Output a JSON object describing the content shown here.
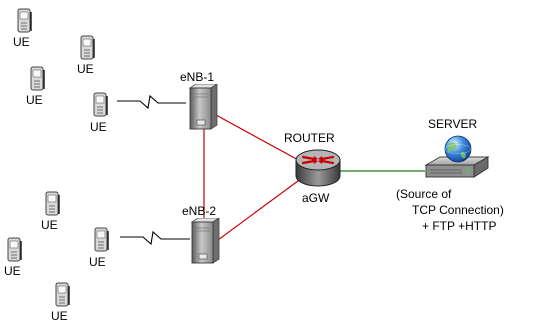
{
  "diagram": {
    "ue_label": "UE",
    "enb1": {
      "label": "eNB-1"
    },
    "enb2": {
      "label": "eNB-2"
    },
    "router": {
      "title": "ROUTER",
      "subtitle": "aGW"
    },
    "server": {
      "title": "SERVER",
      "description_lines": [
        "(Source of",
        "TCP Connection)",
        "+ FTP +HTTP"
      ]
    },
    "colors": {
      "enb_link": "#cc0000",
      "server_link": "#1a7a1a",
      "wireless_link": "#000000"
    },
    "icons": {
      "ue": "mobile-phone-icon",
      "enb": "tower-server-icon",
      "router": "router-icon",
      "server": "globe-server-icon"
    }
  }
}
